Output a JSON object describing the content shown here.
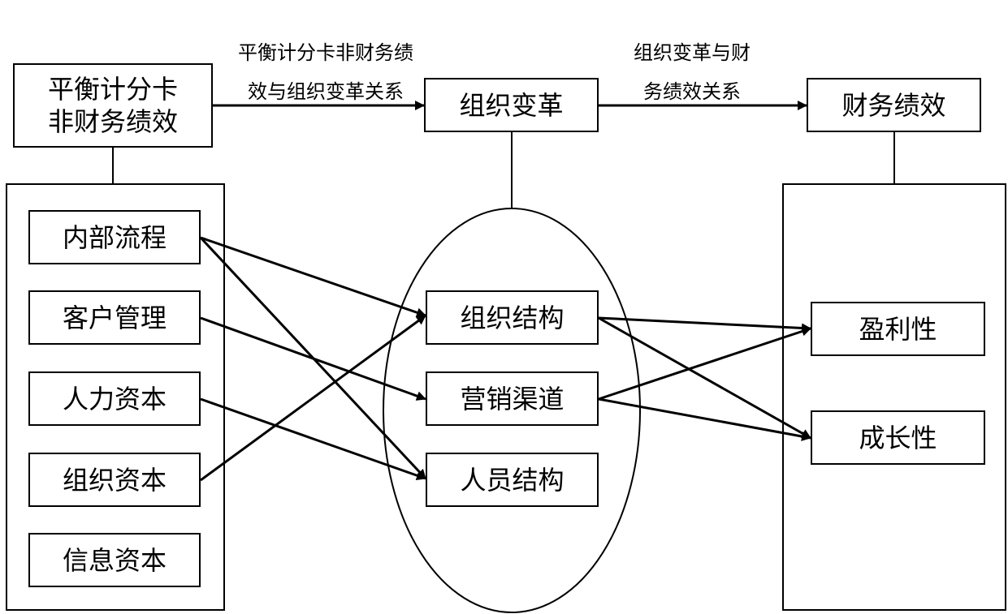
{
  "top": {
    "caption_left": "平衡计分卡非财务绩\n效与组织变革关系",
    "caption_right": "组织变革与财\n务绩效关系",
    "box_left": "平衡计分卡\n非财务绩效",
    "box_mid": "组织变革",
    "box_right": "财务绩效"
  },
  "left_items": [
    "内部流程",
    "客户管理",
    "人力资本",
    "组织资本",
    "信息资本"
  ],
  "mid_items": [
    "组织结构",
    "营销渠道",
    "人员结构"
  ],
  "right_items": [
    "盈利性",
    "成长性"
  ],
  "colors": {
    "line": "#000000",
    "background": "#ffffff"
  }
}
